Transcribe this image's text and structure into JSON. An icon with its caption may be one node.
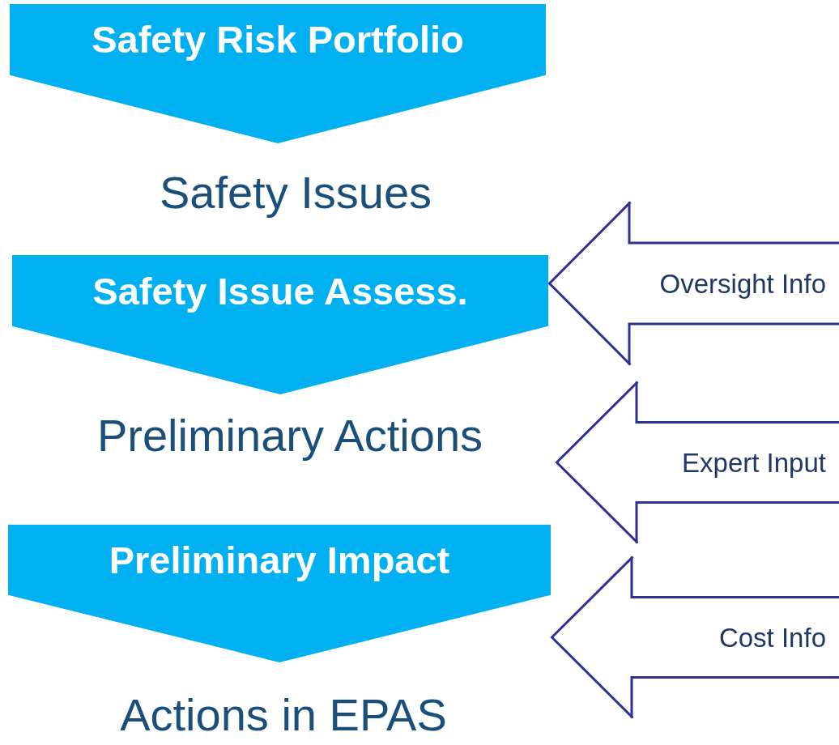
{
  "diagram": {
    "nodes": [
      {
        "text": [
          "Safety Risk Portfolio"
        ]
      },
      {
        "text": [
          "Safety Issues"
        ]
      },
      {
        "text": [
          "Safety Issue Assess."
        ]
      },
      {
        "text": [
          "Preliminary Actions"
        ]
      },
      {
        "text": [
          "Preliminary Impact"
        ]
      },
      {
        "text": [
          "Actions in EPAS"
        ]
      }
    ],
    "edges": [
      {
        "from": null,
        "to": 2,
        "arrow": "to",
        "label": "Oversight Info"
      },
      {
        "from": null,
        "to": 3,
        "arrow": "to",
        "label": "Expert Input"
      },
      {
        "from": null,
        "to": 4,
        "arrow": "to",
        "label": "Cost Info"
      }
    ]
  }
}
